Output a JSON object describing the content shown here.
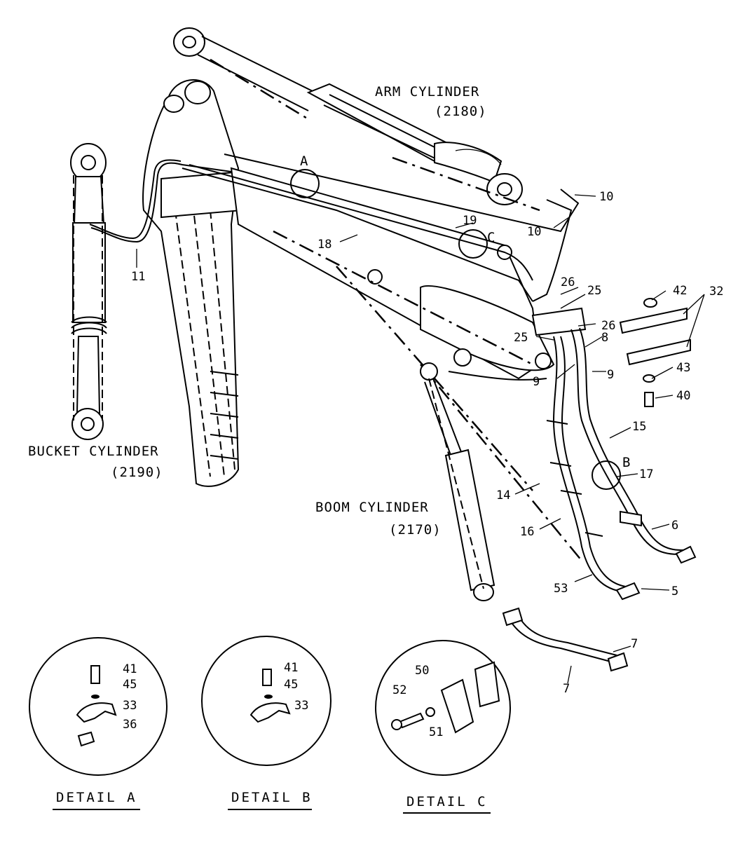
{
  "titles": {
    "arm": "ARM CYLINDER",
    "arm_code": "(2180)",
    "bucket": "BUCKET CYLINDER",
    "bucket_code": "(2190)",
    "boom": "BOOM CYLINDER",
    "boom_code": "(2170)"
  },
  "callout_letters": {
    "a": "A",
    "b": "B",
    "c": "C"
  },
  "part_numbers": {
    "n10a": "10",
    "n10b": "10",
    "n19": "19",
    "n18": "18",
    "n11": "11",
    "n26a": "26",
    "n25a": "25",
    "n26b": "26",
    "n25b": "25",
    "n42": "42",
    "n32": "32",
    "n8": "8",
    "n9a": "9",
    "n9b": "9",
    "n43": "43",
    "n40": "40",
    "n15": "15",
    "n17": "17",
    "n14": "14",
    "n16": "16",
    "n6": "6",
    "n53": "53",
    "n5": "5",
    "n7a": "7",
    "n7b": "7"
  },
  "details": {
    "a": {
      "caption": "DETAIL A",
      "labels": [
        "41",
        "45",
        "33",
        "36"
      ]
    },
    "b": {
      "caption": "DETAIL B",
      "labels": [
        "41",
        "45",
        "33"
      ]
    },
    "c": {
      "caption": "DETAIL C",
      "labels": [
        "50",
        "52",
        "51"
      ]
    }
  }
}
